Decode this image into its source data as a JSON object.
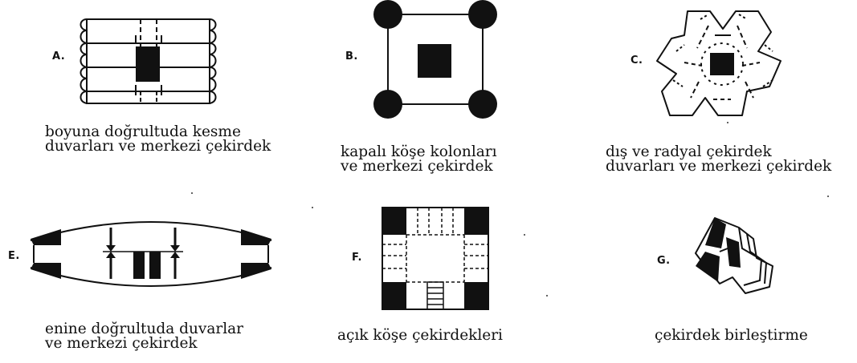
{
  "panels": [
    {
      "id": "A",
      "letter": "A.",
      "caption": [
        "boyuna doğrultuda kesme",
        "duvarları ve merkezi çekirdek"
      ]
    },
    {
      "id": "B",
      "letter": "B.",
      "caption": [
        "kapalı köşe kolonları",
        "ve merkezi çekirdek"
      ]
    },
    {
      "id": "C",
      "letter": "C.",
      "caption": [
        "dış ve radyal çekirdek",
        "duvarları ve merkezi çekirdek"
      ]
    },
    {
      "id": "E",
      "letter": "E.",
      "caption": [
        "enine doğrultuda duvarlar",
        "ve merkezi çekirdek"
      ]
    },
    {
      "id": "F",
      "letter": "F.",
      "caption": [
        "açık köşe çekirdekleri"
      ]
    },
    {
      "id": "G",
      "letter": "G.",
      "caption": [
        "çekirdek birleştirme"
      ]
    }
  ],
  "colors": {
    "ink": "#111111",
    "paper": "#ffffff"
  }
}
